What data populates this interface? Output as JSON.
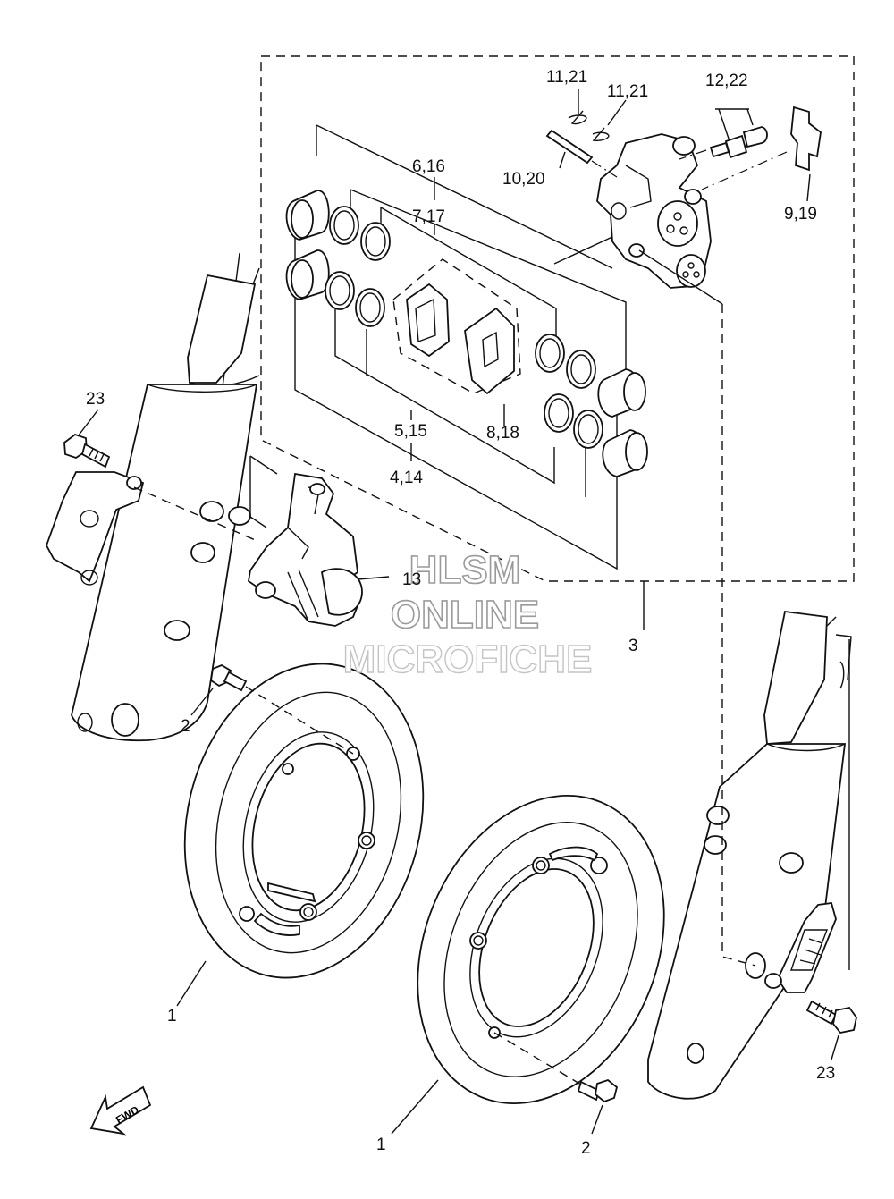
{
  "callouts": {
    "c_11_21_a": "11,21",
    "c_11_21_b": "11,21",
    "c_12_22": "12,22",
    "c_6_16": "6,16",
    "c_10_20": "10,20",
    "c_7_17": "7,17",
    "c_9_19": "9,19",
    "c_23_left": "23",
    "c_5_15": "5,15",
    "c_8_18": "8,18",
    "c_4_14": "4,14",
    "c_13": "13",
    "c_3": "3",
    "c_2_left": "2",
    "c_1_left": "1",
    "c_23_right": "23",
    "c_1_bottom": "1",
    "c_2_bottom": "2"
  },
  "watermark": {
    "line1": "HLSM",
    "line2": "ONLINE",
    "line3": "MICROFICHE"
  },
  "fwd_label": "FWD"
}
